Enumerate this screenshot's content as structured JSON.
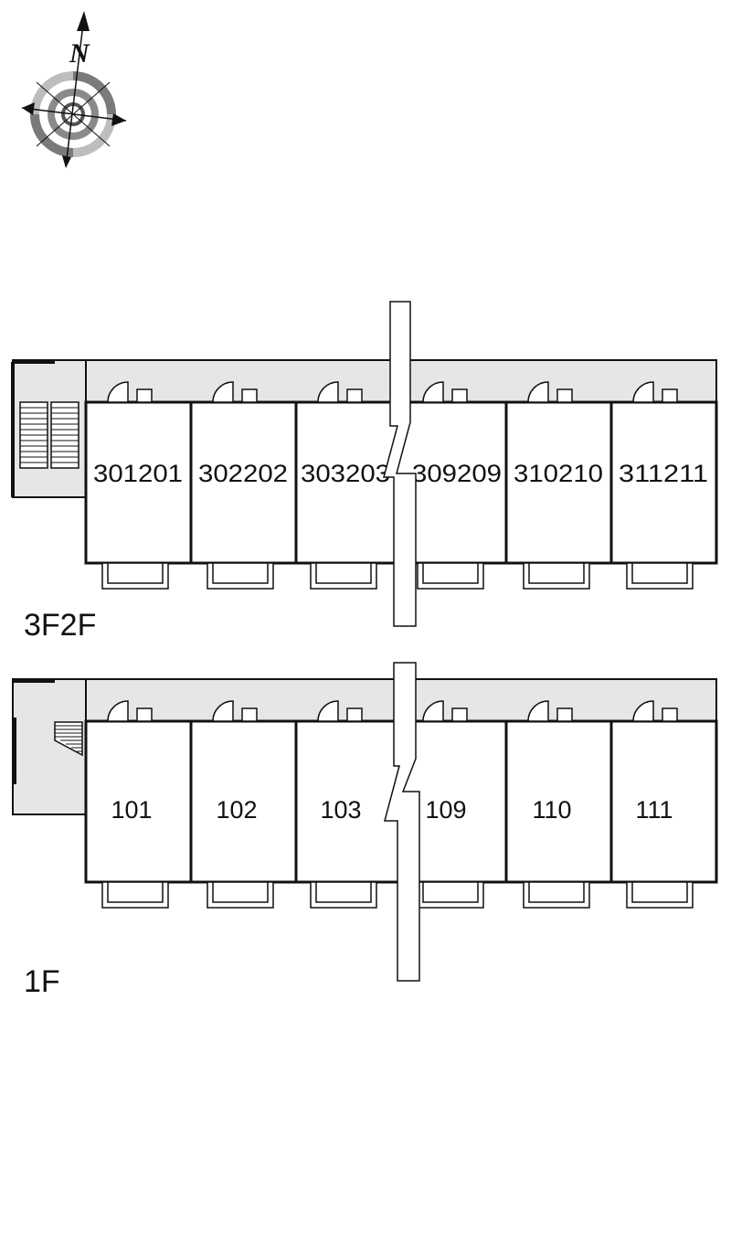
{
  "compass": {
    "letter": "N",
    "icon": "compass-rose-icon"
  },
  "upper_floor": {
    "label": "3F2F",
    "units": [
      "301201",
      "302202",
      "303203",
      "309209",
      "310210",
      "311211"
    ]
  },
  "ground_floor": {
    "label": "1F",
    "units": [
      "101",
      "102",
      "103",
      "109",
      "110",
      "111"
    ]
  },
  "colors": {
    "corridor": "#e6e6e6",
    "wall": "#111111",
    "compass_ring": "#9a9a9a"
  }
}
